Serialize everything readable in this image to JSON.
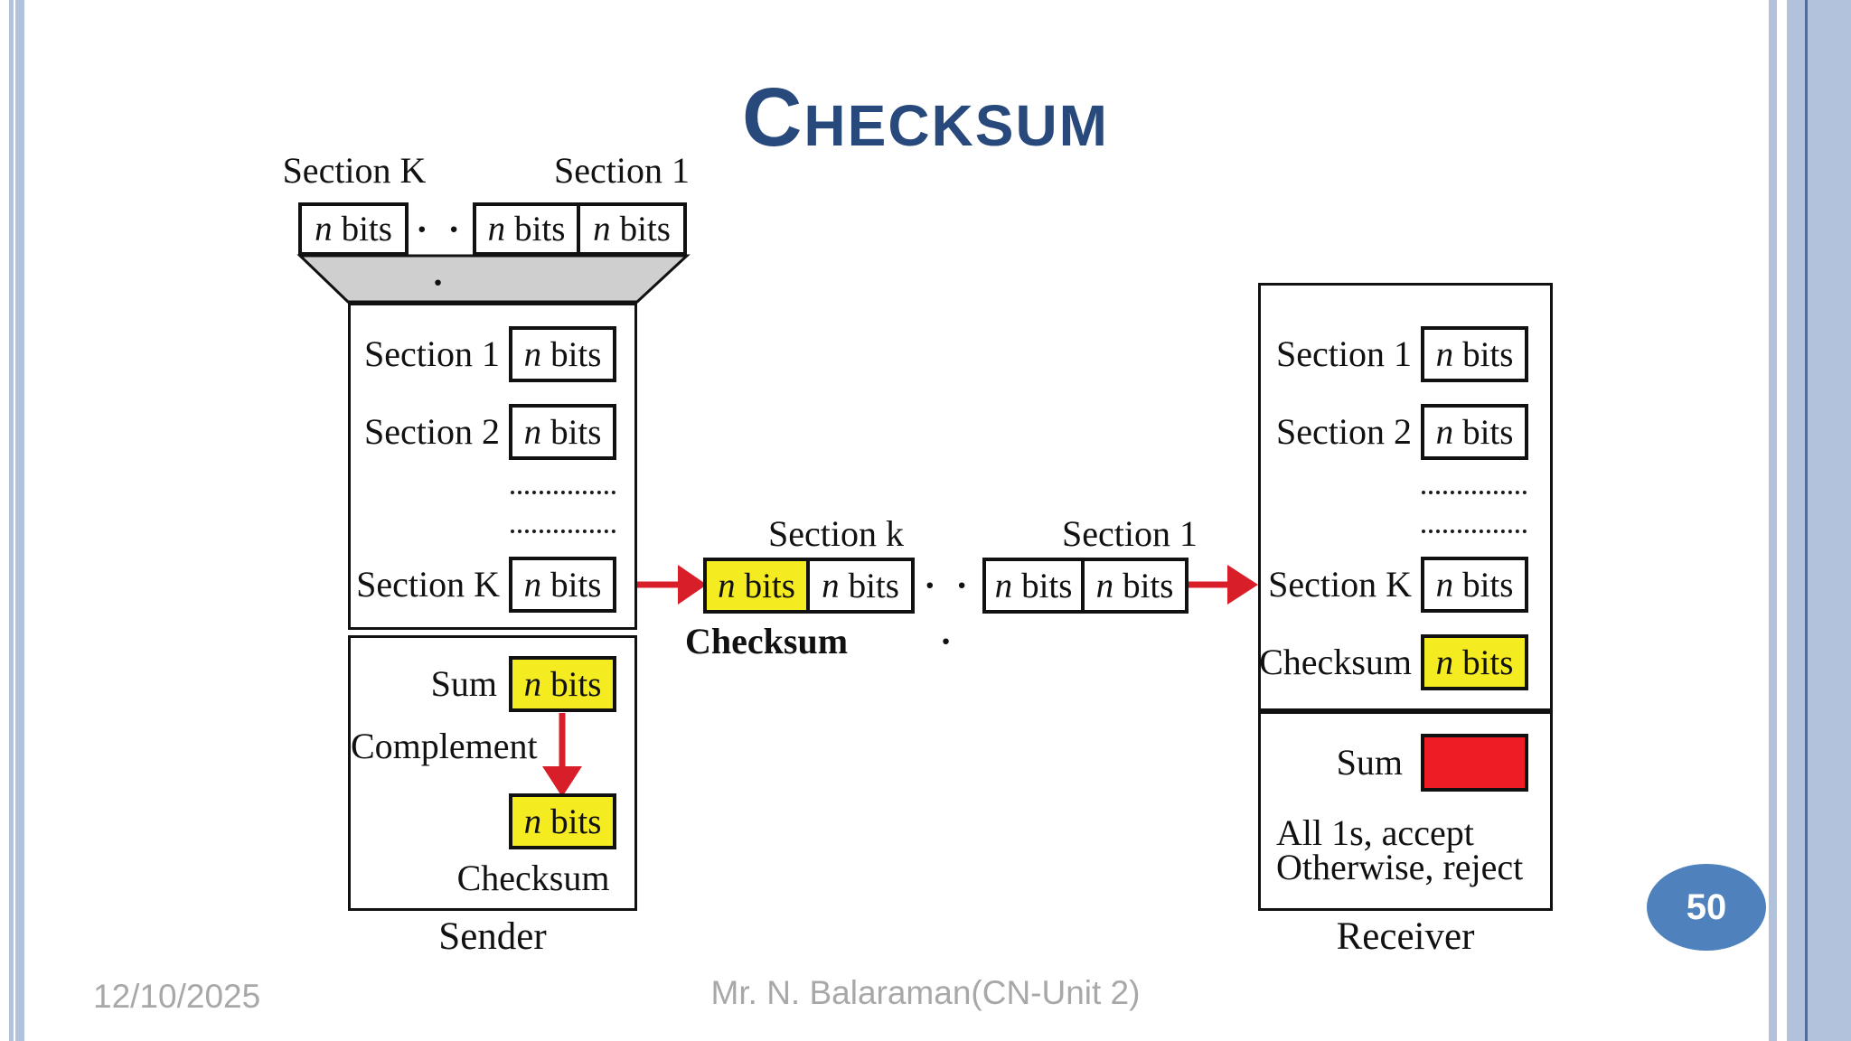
{
  "slide": {
    "title": "Checksum",
    "page_number": "50",
    "footer": {
      "date": "12/10/2025",
      "credit": "Mr. N. Balaraman(CN-Unit 2)"
    }
  },
  "labels": {
    "n": "n",
    "bits": "bits",
    "dots": "· · ·"
  },
  "top_block": {
    "section_k": "Section K",
    "section_1": "Section 1"
  },
  "sender": {
    "section_1": "Section 1",
    "section_2": "Section 2",
    "section_k": "Section K",
    "sum": "Sum",
    "complement": "Complement",
    "checksum": "Checksum",
    "caption": "Sender"
  },
  "transit": {
    "section_k": "Section k",
    "section_1": "Section 1",
    "checksum": "Checksum"
  },
  "receiver": {
    "section_1": "Section 1",
    "section_2": "Section 2",
    "section_k": "Section K",
    "checksum": "Checksum",
    "sum": "Sum",
    "accept_line": "All 1s, accept",
    "reject_line": "Otherwise, reject",
    "caption": "Receiver"
  },
  "colors": {
    "title-blue": "#27497C",
    "highlight-yellow": "#F4EB21",
    "alert-red": "#EE1C25",
    "arrow-red": "#D81E28",
    "funnel-gray": "#CFCFCF",
    "badge-blue": "#4F81BD",
    "sidebar-blue": "#B3C2DC",
    "sidebar-line-blue": "#4A6DA7",
    "footer-gray": "#A8A8A8"
  }
}
